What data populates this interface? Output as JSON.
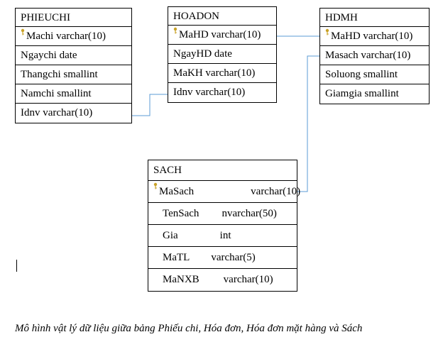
{
  "tables": {
    "phieuchi": {
      "title": "PHIEUCHI",
      "rows": [
        {
          "name": "Machi varchar(10)",
          "type": "",
          "key": true
        },
        {
          "name": "Ngaychi date",
          "type": "",
          "key": false
        },
        {
          "name": "Thangchi smallint",
          "type": "",
          "key": false
        },
        {
          "name": "Namchi smallint",
          "type": "",
          "key": false
        },
        {
          "name": "Idnv varchar(10)",
          "type": "",
          "key": false
        }
      ]
    },
    "hoadon": {
      "title": "HOADON",
      "rows": [
        {
          "name": "MaHD varchar(10)",
          "type": "",
          "key": true
        },
        {
          "name": "NgayHD date",
          "type": "",
          "key": false
        },
        {
          "name": "MaKH varchar(10)",
          "type": "",
          "key": false
        },
        {
          "name": "Idnv varchar(10)",
          "type": "",
          "key": false
        }
      ]
    },
    "hdmh": {
      "title": "HDMH",
      "rows": [
        {
          "name": "MaHD varchar(10)",
          "type": "",
          "key": true
        },
        {
          "name": "Masach varchar(10)",
          "type": "",
          "key": false
        },
        {
          "name": "Soluong smallint",
          "type": "",
          "key": false
        },
        {
          "name": "Giamgia smallint",
          "type": "",
          "key": false
        }
      ]
    },
    "sach": {
      "title": "SACH",
      "rows": [
        {
          "name": "MaSach",
          "type": "varchar(10)",
          "key": true
        },
        {
          "name": "TenSach",
          "type": "nvarchar(50)",
          "key": false
        },
        {
          "name": "Gia",
          "type": "int",
          "key": false
        },
        {
          "name": "MaTL",
          "type": "varchar(5)",
          "key": false
        },
        {
          "name": "MaNXB",
          "type": "varchar(10)",
          "key": false
        }
      ]
    }
  },
  "key_icon": "key-icon",
  "connector_color": "#5b9bd5",
  "key_color": "#c9a227",
  "caption": "Mô hình vật lý dữ liệu giữa bảng Phiếu chi, Hóa đơn, Hóa đơn mặt hàng và Sách"
}
